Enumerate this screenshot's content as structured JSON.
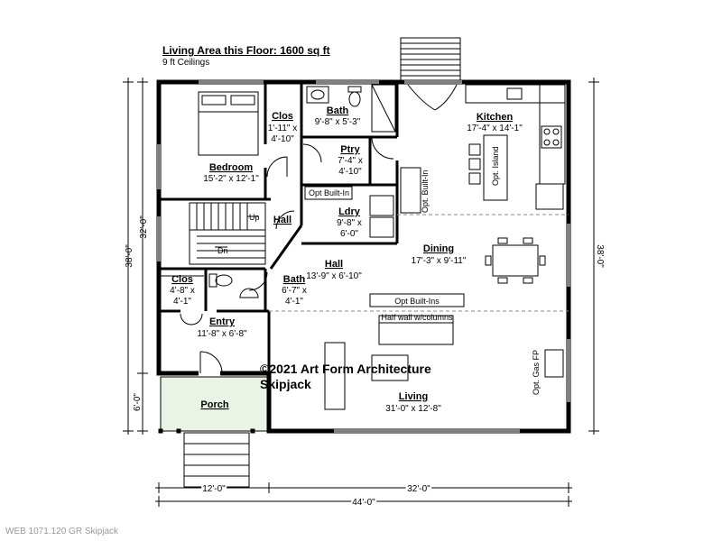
{
  "header": {
    "title": "Living Area this Floor: 1600 sq ft",
    "subtitle": "9 ft Ceilings"
  },
  "copyright": {
    "line1": "©2021 Art Form Architecture",
    "line2": "Skipjack"
  },
  "footer": "WEB 1071.120 GR Skipjack",
  "rooms": {
    "bedroom": {
      "name": "Bedroom",
      "dims": "15'-2\" x 12'-1\""
    },
    "clos_top": {
      "name": "Clos",
      "dim1": "1'-11\" x",
      "dim2": "4'-10\""
    },
    "bath_top": {
      "name": "Bath",
      "dims": "9'-8\" x 5'-3\""
    },
    "ptry": {
      "name": "Ptry",
      "dim1": "7'-4\" x",
      "dim2": "4'-10\""
    },
    "kitchen": {
      "name": "Kitchen",
      "dims": "17'-4\" x 14'-1\""
    },
    "hall_upper": {
      "name": "Hall"
    },
    "ldry": {
      "name": "Ldry",
      "dim1": "9'-8\" x",
      "dim2": "6'-0\""
    },
    "dining": {
      "name": "Dining",
      "dims": "17'-3\" x 9'-11\""
    },
    "hall_lower": {
      "name": "Hall",
      "dims": "13'-9\" x 6'-10\""
    },
    "clos_low": {
      "name": "Clos",
      "dim1": "4'-8\" x",
      "dim2": "4'-1\""
    },
    "bath_low": {
      "name": "Bath",
      "dim1": "6'-7\" x",
      "dim2": "4'-1\""
    },
    "entry": {
      "name": "Entry",
      "dims": "11'-8\" x 6'-8\""
    },
    "porch": {
      "name": "Porch"
    },
    "living": {
      "name": "Living",
      "dims": "31'-0\" x 12'-8\""
    }
  },
  "notes": {
    "opt_built_in": "Opt Built-In",
    "opt_built_in_vert": "Opt. Built-In",
    "opt_island": "Opt. Island",
    "opt_built_ins": "Opt Built-Ins",
    "half_wall": "Half wall w/columns",
    "gas_fp": "Opt. Gas FP",
    "stair_up": "Up",
    "stair_dn": "Dn"
  },
  "dimensions": {
    "left_outer": "38'-0\"",
    "left_inner": "32'-0\"",
    "left_porch": "6'-0\"",
    "right": "38'-0\"",
    "bottom_left": "12'-0\"",
    "bottom_right": "32'-0\"",
    "bottom_total": "44'-0\""
  }
}
